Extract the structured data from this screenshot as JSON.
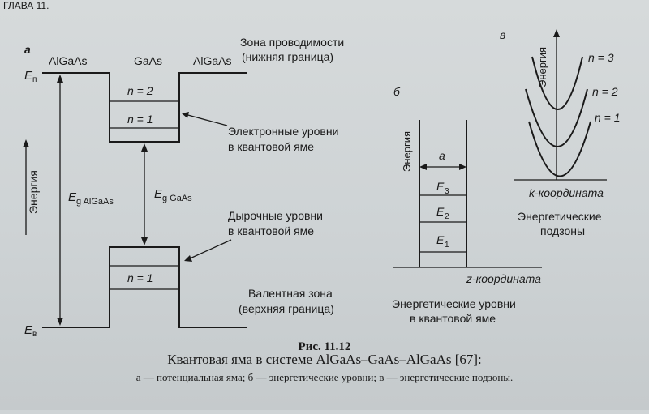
{
  "header": {
    "running_head": "ГЛАВА 11."
  },
  "panel_a": {
    "letter": "а",
    "left_material": "AlGaAs",
    "middle_material": "GaAs",
    "right_material": "AlGaAs",
    "conduction_band_label": "Зона проводимости",
    "conduction_band_sublabel": "(нижняя граница)",
    "ec_symbol": "E",
    "ec_subscript": "п",
    "ev_symbol": "E",
    "ev_subscript": "в",
    "energy_axis_label": "Энергия",
    "eg_algaas_symbol": "E",
    "eg_algaas_subscript": "g AlGaAs",
    "eg_gaas_symbol": "E",
    "eg_gaas_subscript": "g GaAs",
    "electron_level_n2": "n = 2",
    "electron_level_n1": "n = 1",
    "hole_level_n1": "n = 1",
    "electron_levels_label_1": "Электронные уровни",
    "electron_levels_label_2": "в квантовой яме",
    "hole_levels_label_1": "Дырочные уровни",
    "hole_levels_label_2": "в квантовой яме",
    "valence_band_label": "Валентная зона",
    "valence_band_sublabel": "(верхняя граница)"
  },
  "panel_b": {
    "letter": "б",
    "energy_axis_label": "Энергия",
    "width_symbol": "a",
    "level_e3": "E",
    "level_e3_sub": "3",
    "level_e2": "E",
    "level_e2_sub": "2",
    "level_e1": "E",
    "level_e1_sub": "1",
    "axis_label": "z-координата",
    "caption_1": "Энергетические уровни",
    "caption_2": "в квантовой яме"
  },
  "panel_c": {
    "letter": "в",
    "energy_axis_label": "Энергия",
    "subband_n3": "n = 3",
    "subband_n2": "n = 2",
    "subband_n1": "n = 1",
    "axis_label": "k-координата",
    "caption_1": "Энергетические",
    "caption_2": "подзоны"
  },
  "figure_caption": {
    "number": "Рис. 11.12",
    "title": "Квантовая яма в системе AlGaAs–GaAs–AlGaAs [67]:",
    "description": "а — потенциальная яма; б — энергетические уровни; в — энергетические подзоны."
  }
}
